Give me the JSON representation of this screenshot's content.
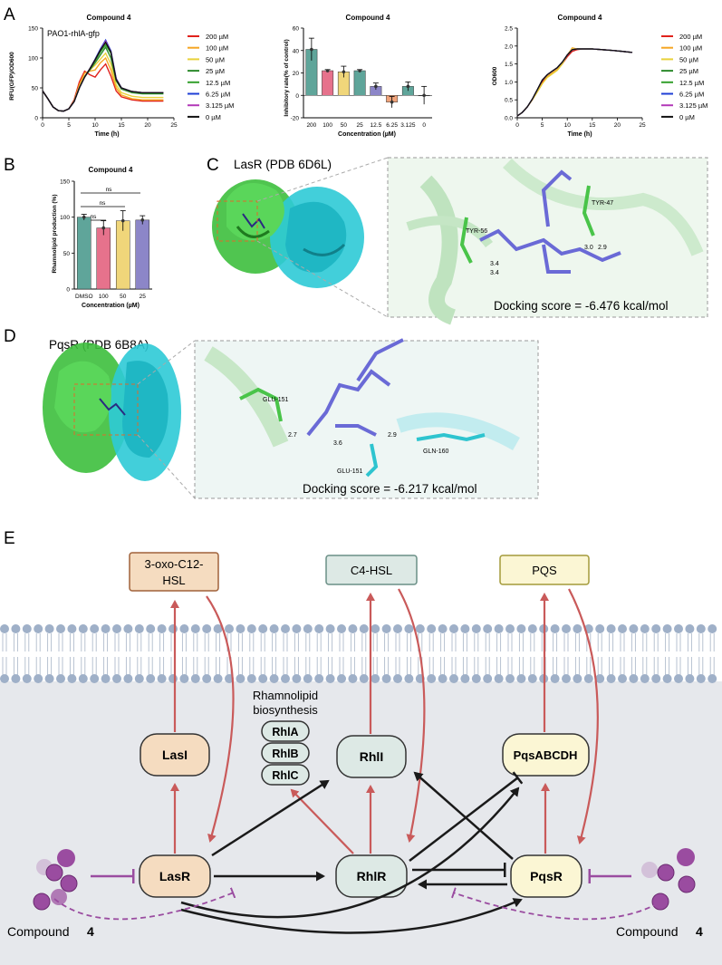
{
  "panels": {
    "A": "A",
    "B": "B",
    "C": "C",
    "D": "D",
    "E": "E"
  },
  "colors": {
    "c200": "#e0221c",
    "c100": "#f5a623",
    "c50": "#e8d23a",
    "c25": "#2e8b2e",
    "c12": "#33a02c",
    "c6": "#1f3fd6",
    "c3": "#b23ab8",
    "c0": "#111111",
    "bar_teal": "#5fa59a",
    "bar_pink": "#e6728c",
    "bar_yellow": "#f0d67a",
    "bar_purple": "#8c86c8",
    "bar_orange": "#f0a37a",
    "bar_red": "#d65a5a",
    "laser": "#f5dcc0",
    "rhl": "#dde9e5",
    "pqs": "#fbf6d4",
    "arrow_red": "#c95a5a",
    "arrow_black": "#1a1a1a",
    "inhib_purple": "#9a4ca0",
    "membrane_head": "#9fb0c8"
  },
  "panelA1": {
    "title": "Compound 4",
    "inset_label": "PAO1-rhlA-gfp",
    "ylabel": "RFU(GFP)/OD600",
    "xlabel": "Time (h)",
    "xticks": [
      "0",
      "5",
      "10",
      "15",
      "20",
      "25"
    ],
    "yticks": [
      "0",
      "50",
      "100",
      "150"
    ]
  },
  "panelA2": {
    "title": "Compound 4",
    "ylabel": "Inhibitory rate(% of control)",
    "xlabel": "Concentration (µM)",
    "xticks": [
      "200",
      "100",
      "50",
      "25",
      "12.5",
      "6.25",
      "3.125",
      "0"
    ],
    "yticks": [
      "-20",
      "0",
      "20",
      "40",
      "60"
    ]
  },
  "panelA3": {
    "title": "Compound 4",
    "ylabel": "OD600",
    "xlabel": "Time (h)",
    "xticks": [
      "0",
      "5",
      "10",
      "15",
      "20",
      "25"
    ],
    "yticks": [
      "0.0",
      "0.5",
      "1.0",
      "1.5",
      "2.0",
      "2.5"
    ]
  },
  "legend": {
    "items": [
      {
        "label": "200 µM",
        "color": "#e0221c"
      },
      {
        "label": "100 µM",
        "color": "#f5a623"
      },
      {
        "label": "50 µM",
        "color": "#e8d23a"
      },
      {
        "label": "25 µM",
        "color": "#2e8b2e"
      },
      {
        "label": "12.5 µM",
        "color": "#33a02c"
      },
      {
        "label": "6.25 µM",
        "color": "#1f3fd6"
      },
      {
        "label": "3.125 µM",
        "color": "#b23ab8"
      },
      {
        "label": "0 µM",
        "color": "#111111"
      }
    ]
  },
  "panelB": {
    "title": "Compound 4",
    "ylabel": "Rhamnolipid production (%)",
    "xlabel": "Concentration (µM)",
    "xticks": [
      "DMSO",
      "100",
      "50",
      "25"
    ],
    "yticks": [
      "0",
      "50",
      "100",
      "150"
    ],
    "ns": [
      "ns",
      "ns",
      "ns"
    ]
  },
  "panelC": {
    "label": "LasR (PDB 6D6L)",
    "residues": [
      "TYR-56",
      "TYR-47"
    ],
    "distances": [
      "3.4",
      "3.4",
      "3.0",
      "2.9"
    ],
    "score": "Docking score = -6.476 kcal/mol"
  },
  "panelD": {
    "label": "PqsR (PDB 6B8A)",
    "residues": [
      "GLU-151",
      "GLU-151",
      "GLN-160"
    ],
    "distances": [
      "2.7",
      "3.6",
      "2.9"
    ],
    "score": "Docking score = -6.217 kcal/mol"
  },
  "panelE": {
    "signal_3oxo_1": "3-oxo-C12-",
    "signal_3oxo_2": "HSL",
    "signal_c4": "C4-HSL",
    "signal_pqs": "PQS",
    "rhamno_1": "Rhamnolipid",
    "rhamno_2": "biosynthesis",
    "rhl_genes": [
      "RhlA",
      "RhlB",
      "RhlC"
    ],
    "lasI": "LasI",
    "rhlI": "RhlI",
    "pqsABCDH": "PqsABCDH",
    "lasR": "LasR",
    "rhlR": "RhlR",
    "pqsR": "PqsR",
    "compound_word": "Compound",
    "compound_num": "4"
  },
  "chart_data": [
    {
      "type": "line",
      "title": "Compound 4",
      "xlabel": "Time (h)",
      "ylabel": "RFU(GFP)/OD600",
      "xlim": [
        0,
        25
      ],
      "ylim": [
        0,
        150
      ],
      "x": [
        0,
        1,
        2,
        3,
        4,
        5,
        6,
        7,
        8,
        9,
        10,
        11,
        12,
        13,
        14,
        15,
        17,
        19,
        21,
        23
      ],
      "series": [
        {
          "name": "200 µM",
          "values": [
            45,
            32,
            18,
            12,
            11,
            15,
            30,
            60,
            78,
            72,
            68,
            80,
            90,
            70,
            45,
            35,
            30,
            28,
            28,
            28
          ]
        },
        {
          "name": "100 µM",
          "values": [
            45,
            32,
            18,
            12,
            11,
            15,
            28,
            55,
            75,
            78,
            80,
            92,
            100,
            80,
            50,
            38,
            32,
            30,
            30,
            30
          ]
        },
        {
          "name": "50 µM",
          "values": [
            45,
            32,
            18,
            12,
            11,
            15,
            28,
            52,
            70,
            80,
            88,
            98,
            108,
            90,
            55,
            42,
            36,
            34,
            34,
            34
          ]
        },
        {
          "name": "25 µM",
          "values": [
            45,
            32,
            18,
            12,
            11,
            15,
            27,
            50,
            68,
            80,
            92,
            105,
            118,
            100,
            62,
            48,
            42,
            40,
            40,
            40
          ]
        },
        {
          "name": "12.5 µM",
          "values": [
            45,
            32,
            18,
            12,
            11,
            15,
            27,
            50,
            68,
            82,
            95,
            110,
            122,
            108,
            65,
            50,
            44,
            42,
            42,
            42
          ]
        },
        {
          "name": "6.25 µM",
          "values": [
            45,
            32,
            18,
            12,
            11,
            15,
            27,
            50,
            68,
            82,
            98,
            115,
            130,
            112,
            66,
            50,
            44,
            42,
            42,
            42
          ]
        },
        {
          "name": "3.125 µM",
          "values": [
            45,
            32,
            18,
            12,
            11,
            15,
            27,
            50,
            68,
            82,
            97,
            113,
            128,
            110,
            65,
            50,
            44,
            42,
            42,
            42
          ]
        },
        {
          "name": "0 µM",
          "values": [
            45,
            32,
            18,
            12,
            11,
            15,
            27,
            50,
            68,
            82,
            97,
            113,
            126,
            110,
            64,
            50,
            44,
            42,
            42,
            42
          ]
        }
      ]
    },
    {
      "type": "bar",
      "title": "Compound 4",
      "xlabel": "Concentration (µM)",
      "ylabel": "Inhibitory rate(% of control)",
      "ylim": [
        -20,
        60
      ],
      "categories": [
        "200",
        "100",
        "50",
        "25",
        "12.5",
        "6.25",
        "3.125",
        "0"
      ],
      "values": [
        41,
        22,
        21,
        22,
        8,
        -6,
        8,
        0
      ],
      "errors": [
        10,
        1,
        5,
        1,
        3,
        5,
        4,
        8
      ]
    },
    {
      "type": "line",
      "title": "Compound 4",
      "xlabel": "Time (h)",
      "ylabel": "OD600",
      "xlim": [
        0,
        25
      ],
      "ylim": [
        0,
        2.5
      ],
      "x": [
        0,
        1,
        2,
        3,
        4,
        5,
        6,
        7,
        8,
        9,
        10,
        11,
        12,
        13,
        15,
        17,
        19,
        21,
        23
      ],
      "series": [
        {
          "name": "200 µM",
          "values": [
            0.05,
            0.15,
            0.3,
            0.5,
            0.75,
            1.0,
            1.15,
            1.25,
            1.35,
            1.5,
            1.7,
            1.85,
            1.9,
            1.92,
            1.92,
            1.9,
            1.88,
            1.85,
            1.82
          ]
        },
        {
          "name": "100 µM",
          "values": [
            0.05,
            0.15,
            0.3,
            0.5,
            0.72,
            0.95,
            1.15,
            1.25,
            1.35,
            1.5,
            1.75,
            1.95,
            1.92,
            1.92,
            1.92,
            1.9,
            1.88,
            1.85,
            1.82
          ]
        },
        {
          "name": "50 µM",
          "values": [
            0.05,
            0.15,
            0.3,
            0.5,
            0.72,
            0.95,
            1.12,
            1.22,
            1.32,
            1.5,
            1.75,
            1.92,
            1.92,
            1.92,
            1.92,
            1.9,
            1.88,
            1.85,
            1.82
          ]
        },
        {
          "name": "25 µM",
          "values": [
            0.05,
            0.15,
            0.3,
            0.52,
            0.78,
            1.05,
            1.2,
            1.3,
            1.4,
            1.55,
            1.75,
            1.9,
            1.92,
            1.92,
            1.92,
            1.9,
            1.88,
            1.85,
            1.82
          ]
        },
        {
          "name": "12.5 µM",
          "values": [
            0.05,
            0.15,
            0.3,
            0.52,
            0.78,
            1.05,
            1.2,
            1.3,
            1.4,
            1.55,
            1.75,
            1.9,
            1.92,
            1.92,
            1.92,
            1.9,
            1.88,
            1.85,
            1.82
          ]
        },
        {
          "name": "6.25 µM",
          "values": [
            0.05,
            0.15,
            0.3,
            0.52,
            0.78,
            1.05,
            1.2,
            1.3,
            1.4,
            1.55,
            1.75,
            1.9,
            1.92,
            1.92,
            1.92,
            1.9,
            1.88,
            1.85,
            1.82
          ]
        },
        {
          "name": "3.125 µM",
          "values": [
            0.05,
            0.15,
            0.3,
            0.52,
            0.78,
            1.05,
            1.2,
            1.3,
            1.4,
            1.55,
            1.75,
            1.9,
            1.92,
            1.92,
            1.92,
            1.9,
            1.88,
            1.85,
            1.82
          ]
        },
        {
          "name": "0 µM",
          "values": [
            0.05,
            0.15,
            0.3,
            0.52,
            0.78,
            1.05,
            1.2,
            1.3,
            1.4,
            1.55,
            1.75,
            1.9,
            1.92,
            1.92,
            1.92,
            1.9,
            1.88,
            1.85,
            1.82
          ]
        }
      ]
    },
    {
      "type": "bar",
      "title": "Compound 4",
      "xlabel": "Concentration (µM)",
      "ylabel": "Rhamnolipid production (%)",
      "ylim": [
        0,
        150
      ],
      "categories": [
        "DMSO",
        "100",
        "50",
        "25"
      ],
      "values": [
        100,
        85,
        95,
        96
      ],
      "errors": [
        4,
        10,
        14,
        6
      ]
    }
  ]
}
